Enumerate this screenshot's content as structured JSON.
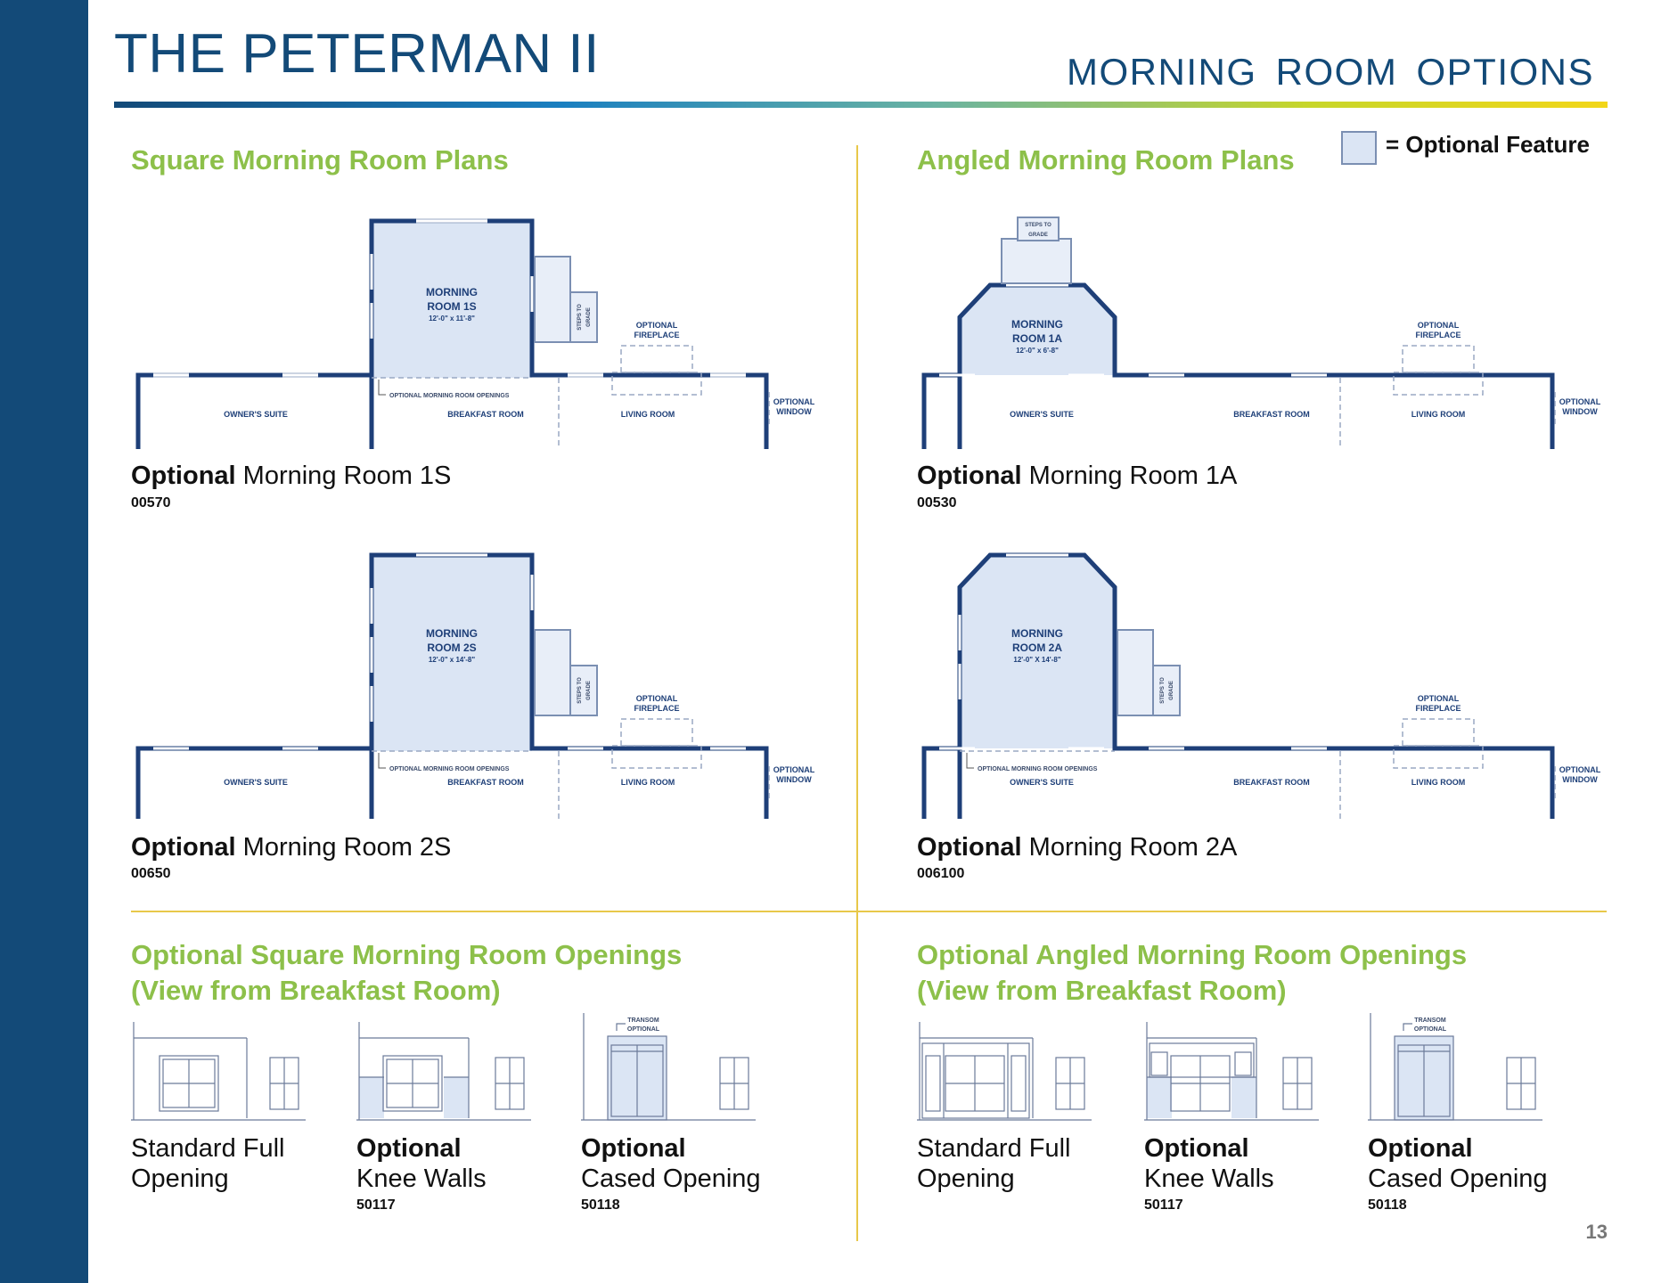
{
  "header": {
    "title": "THE PETERMAN II",
    "subtitle": "MORNING ROOM OPTIONS"
  },
  "legend": {
    "label": "= Optional Feature",
    "swatch_color": "#dbe5f4"
  },
  "colors": {
    "brand_blue": "#134a78",
    "accent_green": "#8dc04a",
    "divider_gold": "#e8c84a",
    "wall_blue": "#1e3f78"
  },
  "sections": {
    "square_plans": "Square Morning Room Plans",
    "angled_plans": "Angled Morning Room Plans",
    "square_openings_line1": "Optional Square Morning Room Openings",
    "square_openings_line2": "(View from Breakfast Room)",
    "angled_openings_line1": "Optional Angled Morning Room Openings",
    "angled_openings_line2": "(View from Breakfast Room)"
  },
  "plan_labels": {
    "owners_suite": "OWNER'S SUITE",
    "breakfast_room": "BREAKFAST ROOM",
    "living_room": "LIVING ROOM",
    "optional_window_1": "OPTIONAL",
    "optional_window_2": "WINDOW",
    "optional_fireplace_1": "OPTIONAL",
    "optional_fireplace_2": "FIREPLACE",
    "openings_note": "OPTIONAL MORNING ROOM OPENINGS",
    "steps_to_grade_1": "STEPS TO",
    "steps_to_grade_2": "GRADE",
    "morning": "MORNING"
  },
  "plans": [
    {
      "room": "ROOM 1S",
      "dims": "12'-0\" x 11'-8\"",
      "optional": "Optional",
      "name": "Morning Room 1S",
      "code": "00570"
    },
    {
      "room": "ROOM 1A",
      "dims": "12'-0\" x 6'-8\"",
      "optional": "Optional",
      "name": "Morning Room 1A",
      "code": "00530"
    },
    {
      "room": "ROOM 2S",
      "dims": "12'-0\" x 14'-8\"",
      "optional": "Optional",
      "name": "Morning Room 2S",
      "code": "00650"
    },
    {
      "room": "ROOM 2A",
      "dims": "12'-0\" X 14'-8\"",
      "optional": "Optional",
      "name": "Morning Room 2A",
      "code": "006100"
    }
  ],
  "openings": {
    "transom_1": "TRANSOM",
    "transom_2": "OPTIONAL",
    "square": [
      {
        "line1": "Standard Full",
        "line2": "Opening",
        "code": ""
      },
      {
        "line1": "Optional",
        "line2": "Knee Walls",
        "code": "50117"
      },
      {
        "line1": "Optional",
        "line2": "Cased Opening",
        "code": "50118"
      }
    ],
    "angled": [
      {
        "line1": "Standard Full",
        "line2": "Opening",
        "code": ""
      },
      {
        "line1": "Optional",
        "line2": "Knee Walls",
        "code": "50117"
      },
      {
        "line1": "Optional",
        "line2": "Cased Opening",
        "code": "50118"
      }
    ]
  },
  "page_number": "13"
}
